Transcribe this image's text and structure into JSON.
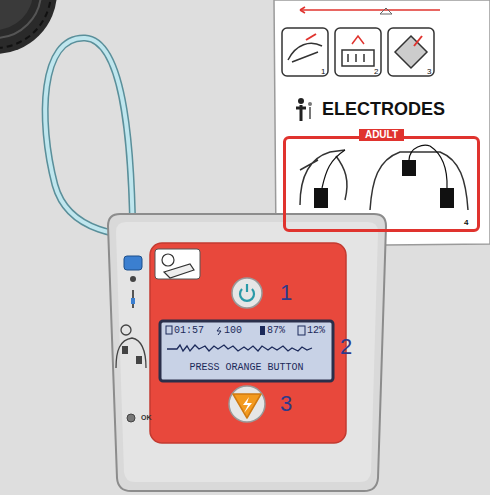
{
  "diagram": {
    "nodes": [
      {
        "text": [
          "ELECTRODES"
        ]
      },
      {
        "text": [
          "ADULT",
          "4"
        ],
        "in": 0
      },
      {
        "text": [
          "01:57",
          "100",
          "87%",
          "12%",
          "PRESS ORANGE BUTTON"
        ]
      }
    ],
    "labels": [
      "1",
      "2",
      "3",
      "1",
      "2",
      "3",
      "OK"
    ]
  }
}
